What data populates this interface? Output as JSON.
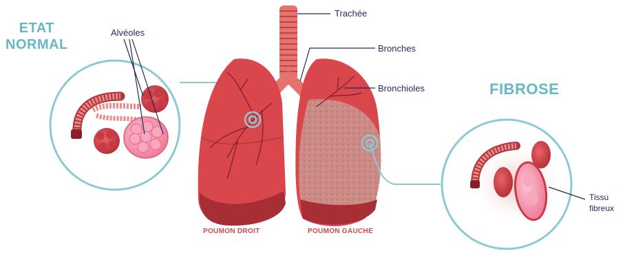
{
  "headings": {
    "normal": "ETAT\nNORMAL",
    "fibrosis": "FIBROSE"
  },
  "labels": {
    "alveoles": "Alvéoles",
    "trachee": "Trachée",
    "bronches": "Bronches",
    "bronchioles": "Bronchioles",
    "tissu": "Tissu\nfibreux"
  },
  "captions": {
    "right_lung": "POUMON DROIT",
    "left_lung": "POUMON GAUCHE"
  },
  "colors": {
    "heading": "#67b7c6",
    "circle": "#8cc9d3",
    "label_text": "#1f2a5a",
    "lung_red": "#d9474d",
    "lung_dark": "#a82e36",
    "caption": "#d2484b",
    "fibrosis_tint": "#c9a49b"
  }
}
